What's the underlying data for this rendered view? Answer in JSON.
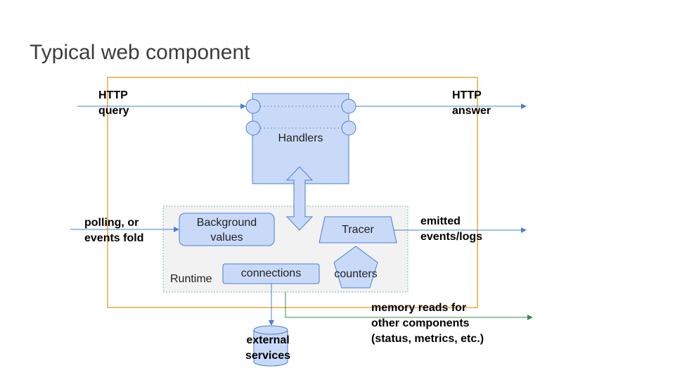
{
  "slide": {
    "title": "Typical web component"
  },
  "labels": {
    "http_query_line1": "HTTP",
    "http_query_line2": "query",
    "http_answer_line1": "HTTP",
    "http_answer_line2": "answer",
    "polling_line1": "polling, or",
    "polling_line2": "events fold",
    "emitted_line1": "emitted",
    "emitted_line2": "events/logs",
    "memory_line1": "memory  reads for",
    "memory_line2": "other components",
    "memory_line3": "(status, metrics, etc.)",
    "external_line1": "external",
    "external_line2": "services"
  },
  "boxes": {
    "handlers": "Handlers",
    "background_line1": "Background",
    "background_line2": "values",
    "tracer": "Tracer",
    "connections": "connections",
    "counters": "counters",
    "runtime": "Runtime"
  },
  "colors": {
    "component_border": "#e69a1a",
    "shape_fill": "#c9daf8",
    "shape_stroke": "#4a7fd6",
    "arrow_blue": "#4a7fd6",
    "arrow_green": "#3a8a5a",
    "runtime_fill": "#f2f2f2",
    "runtime_border": "#7fbf8f"
  }
}
